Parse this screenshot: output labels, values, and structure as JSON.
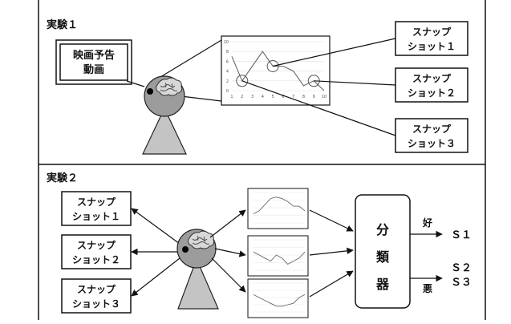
{
  "experiment1": {
    "heading": "実験１",
    "source_box": {
      "line1": "映画予告",
      "line2": "動画"
    },
    "snapshots": [
      {
        "line1": "スナップ",
        "line2": "ショット１"
      },
      {
        "line1": "スナップ",
        "line2": "ショット２"
      },
      {
        "line1": "スナップ",
        "line2": "ショット３"
      }
    ],
    "signal_chart": {
      "y_ticks": [
        "0",
        "2",
        "4",
        "6",
        "8",
        "10"
      ],
      "x_ticks": [
        "1",
        "2",
        "3",
        "4",
        "5",
        "6",
        "7",
        "8",
        "9",
        "10"
      ],
      "trace": [
        [
          1,
          7
        ],
        [
          2,
          2
        ],
        [
          3,
          5
        ],
        [
          4,
          8
        ],
        [
          5,
          5
        ],
        [
          6,
          5
        ],
        [
          7,
          4
        ],
        [
          8,
          1
        ],
        [
          9,
          2
        ],
        [
          10,
          0
        ]
      ],
      "ymax": 10,
      "highlighted_x": [
        2,
        5,
        9
      ]
    }
  },
  "experiment2": {
    "heading": "実験２",
    "snapshots": [
      {
        "line1": "スナップ",
        "line2": "ショット１"
      },
      {
        "line1": "スナップ",
        "line2": "ショット２"
      },
      {
        "line1": "スナップ",
        "line2": "ショット３"
      }
    ],
    "classifier": {
      "chars": [
        "分",
        "類",
        "器"
      ]
    },
    "outputs": [
      {
        "tag": "好",
        "label": "Ｓ１"
      },
      {
        "tag": "悪",
        "label_line1": "Ｓ２",
        "label_line2": "Ｓ３"
      }
    ],
    "signal_traces": [
      [
        [
          1,
          3
        ],
        [
          2,
          4
        ],
        [
          3,
          6
        ],
        [
          4,
          8
        ],
        [
          5,
          8.5
        ],
        [
          6,
          8
        ],
        [
          7,
          7
        ],
        [
          8,
          5.5
        ],
        [
          9,
          5.5
        ],
        [
          10,
          4
        ]
      ],
      [
        [
          1,
          6
        ],
        [
          2,
          5
        ],
        [
          3,
          4
        ],
        [
          4,
          3
        ],
        [
          5,
          5
        ],
        [
          6,
          4
        ],
        [
          7,
          2
        ],
        [
          8,
          3
        ],
        [
          9,
          4
        ],
        [
          10,
          6
        ]
      ],
      [
        [
          1,
          6
        ],
        [
          2,
          5
        ],
        [
          3,
          4
        ],
        [
          4,
          3
        ],
        [
          5,
          2
        ],
        [
          6,
          2
        ],
        [
          7,
          2.5
        ],
        [
          8,
          3
        ],
        [
          9,
          5
        ],
        [
          10,
          6
        ]
      ]
    ]
  },
  "colors": {
    "line": "#111111",
    "head_fill": "#9c9c9c",
    "body_fill": "#c4c4c4",
    "chart_line": "#666666"
  }
}
